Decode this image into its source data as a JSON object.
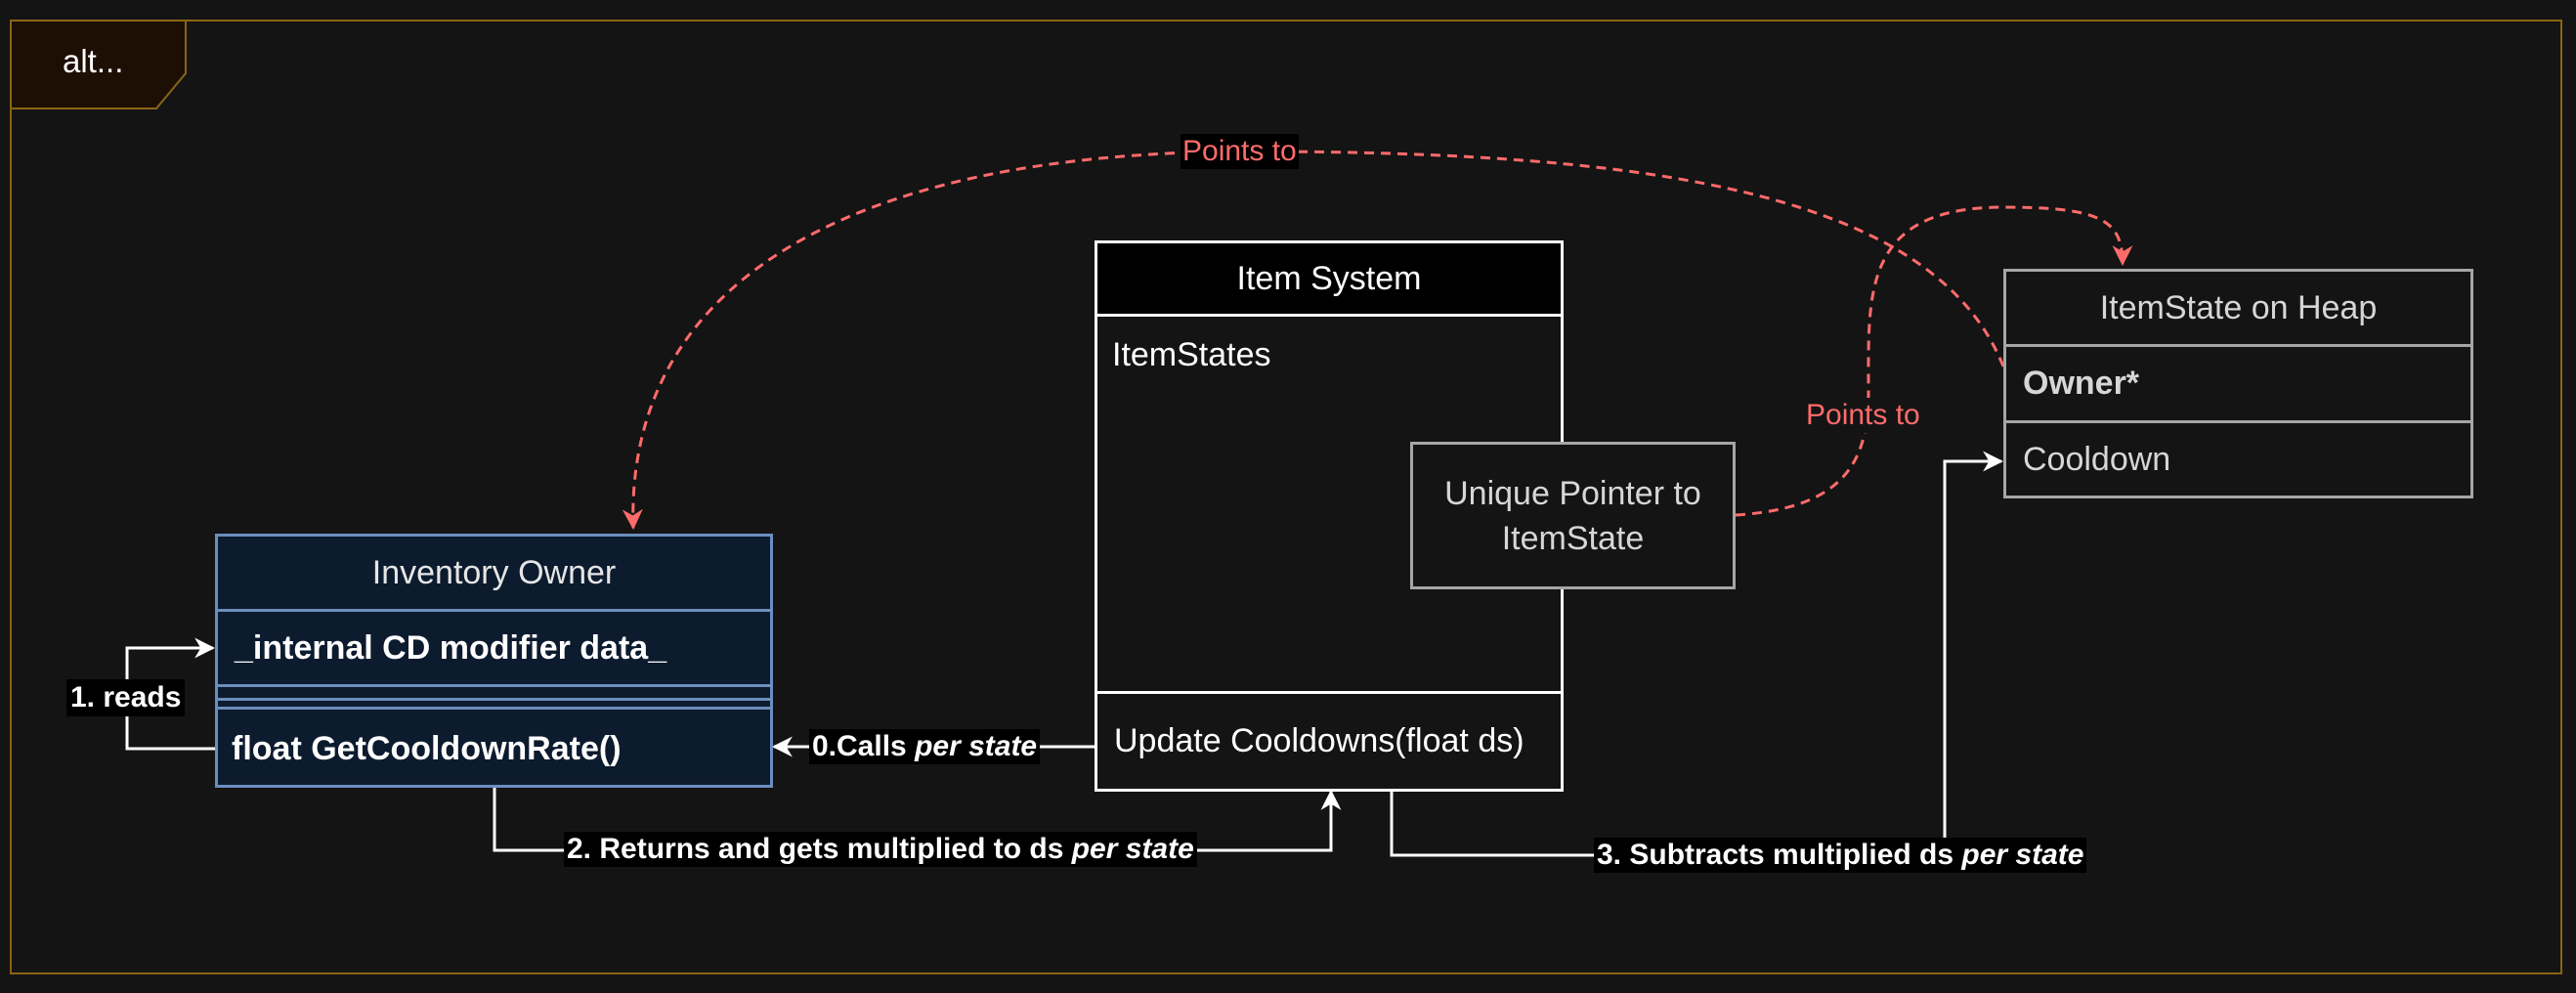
{
  "frame": {
    "label": "alt..."
  },
  "item_system": {
    "title": "Item System",
    "field": "ItemStates",
    "method": "Update Cooldowns(float ds)"
  },
  "unique_pointer": {
    "line1": "Unique Pointer to",
    "line2": "ItemState"
  },
  "item_state": {
    "title": "ItemState on Heap",
    "owner_field": "Owner*",
    "cooldown_field": "Cooldown"
  },
  "inventory_owner": {
    "title": "Inventory Owner",
    "field": "_internal CD modifier data_",
    "method": "float GetCooldownRate()"
  },
  "labels": {
    "points_to_top": "Points to",
    "points_to_right": "Points to",
    "reads": "1. reads",
    "calls_prefix": "0.Calls ",
    "calls_em": "per state",
    "returns_prefix": "2. Returns and gets multiplied to ds ",
    "returns_em": "per state",
    "subtracts_prefix": "3. Subtracts multiplied ds ",
    "subtracts_em": "per state"
  },
  "colors": {
    "background": "#141414",
    "frame_border": "#8a6416",
    "frame_tab": "#1e0f05",
    "pointer_red": "#ff6b6b",
    "owner_fill": "#0d1b2e",
    "owner_border": "#6c8ebf",
    "grey_border": "#a6a6a6"
  }
}
